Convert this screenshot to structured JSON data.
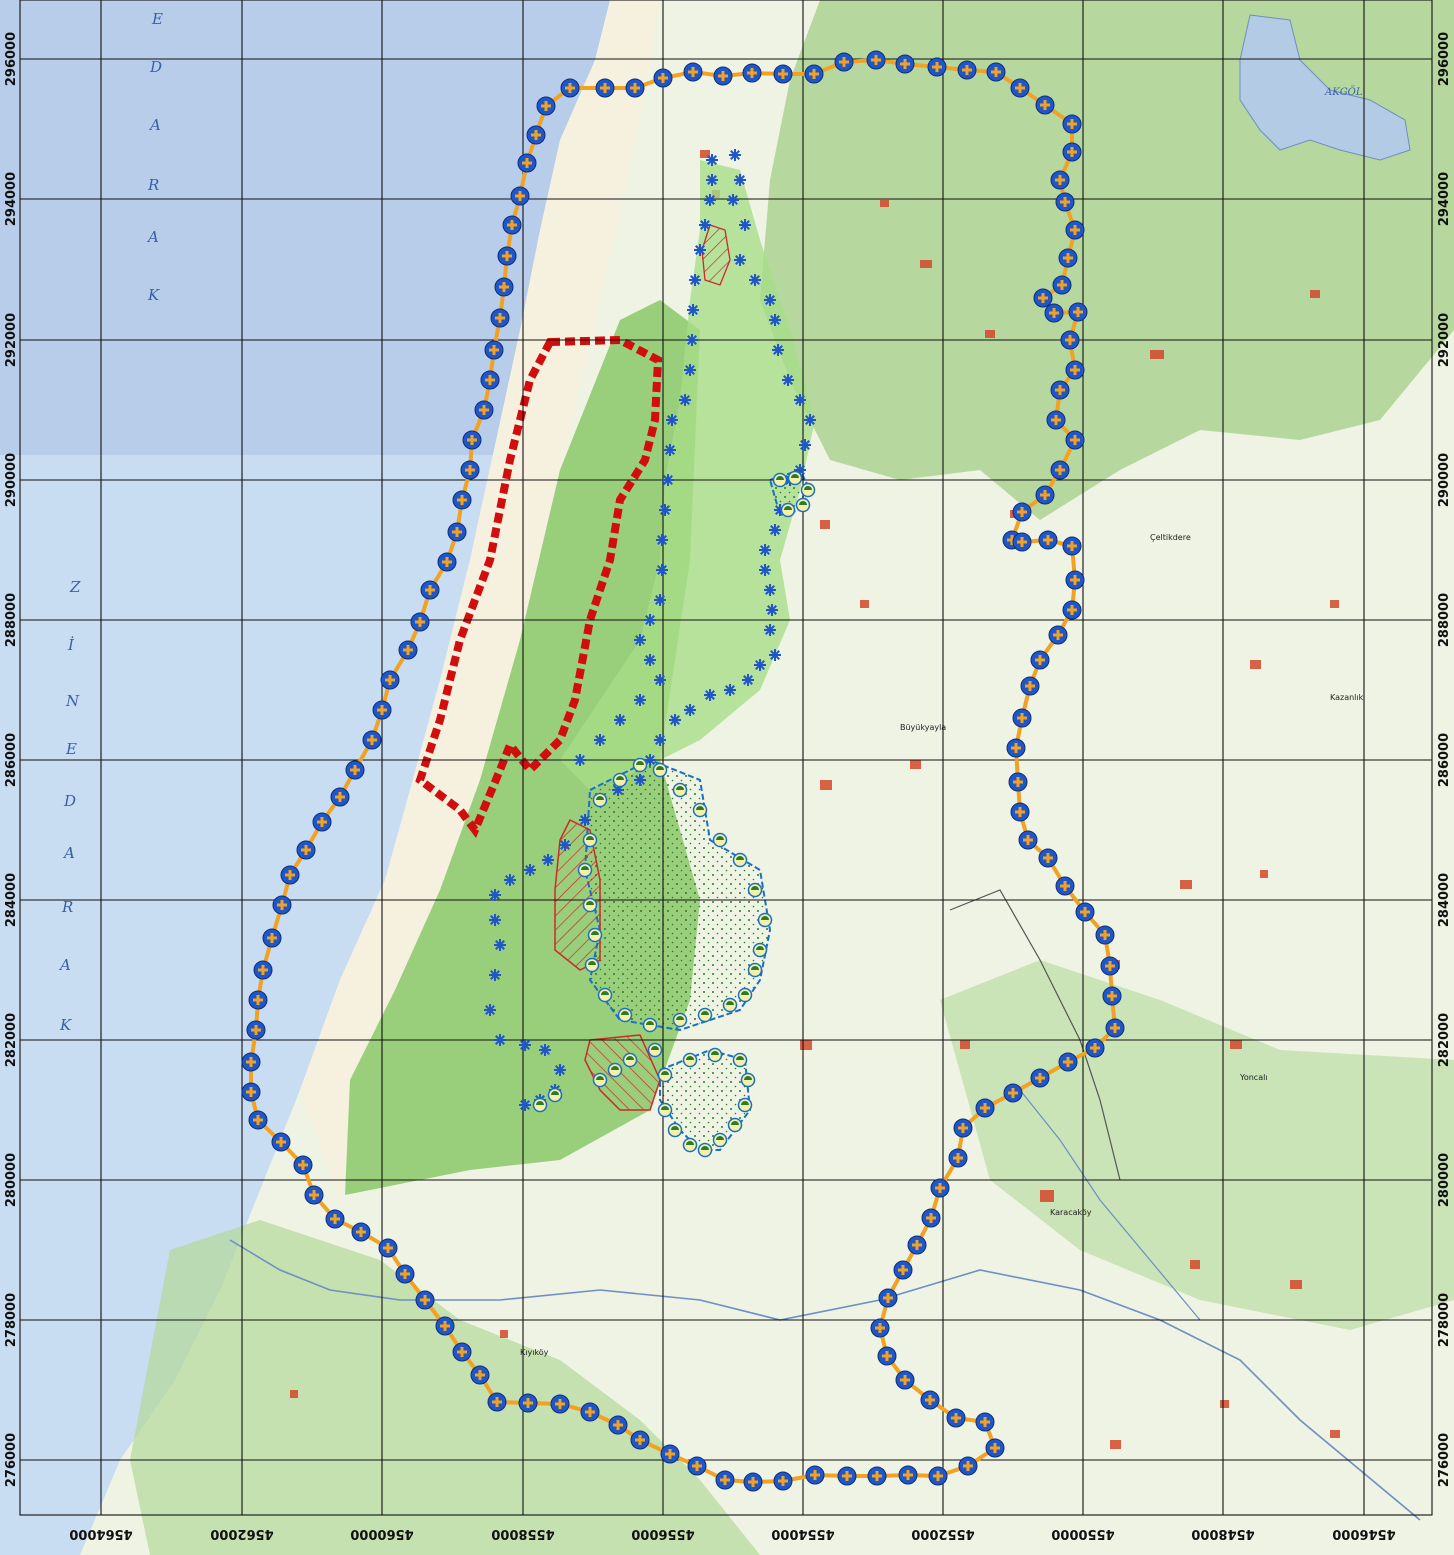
{
  "map": {
    "sea_name_letters_upper": [
      "K",
      "A",
      "R",
      "A",
      "D",
      "E"
    ],
    "sea_name_letters_lower": [
      "K",
      "A",
      "R",
      "A",
      "D",
      "E",
      "N",
      "İ",
      "Z"
    ],
    "lake_name": "AKGÖL",
    "place_labels": [
      "Büyükyayla",
      "Kıyıköy",
      "Karacaköy",
      "Çeltikdere",
      "Kazanlık",
      "Yoncalı"
    ],
    "right_ticks": [
      "296000",
      "294000",
      "292000",
      "290000",
      "288000",
      "286000",
      "284000",
      "282000",
      "280000",
      "278000",
      "276000"
    ],
    "left_ticks": [
      "296000",
      "294000",
      "292000",
      "290000",
      "288000",
      "286000",
      "284000",
      "282000",
      "280000",
      "278000",
      "276000"
    ],
    "bottom_ticks": [
      "4564000",
      "4562000",
      "4560000",
      "4558000",
      "4556000",
      "4554000",
      "4552000",
      "4550000",
      "4548000",
      "4546000"
    ],
    "colors": {
      "sea": "#c8dcf2",
      "land": "#eef3e3",
      "forest": "#8fca6f",
      "protected_forest": "#9fd47e",
      "grid": "#111111",
      "orange_boundary": "#f2a223",
      "blue_marker": "#1f56c8",
      "red_dashed": "#d20d0d",
      "hatch": "#cc2a2a",
      "tree_area": "#1a6fc7"
    }
  }
}
